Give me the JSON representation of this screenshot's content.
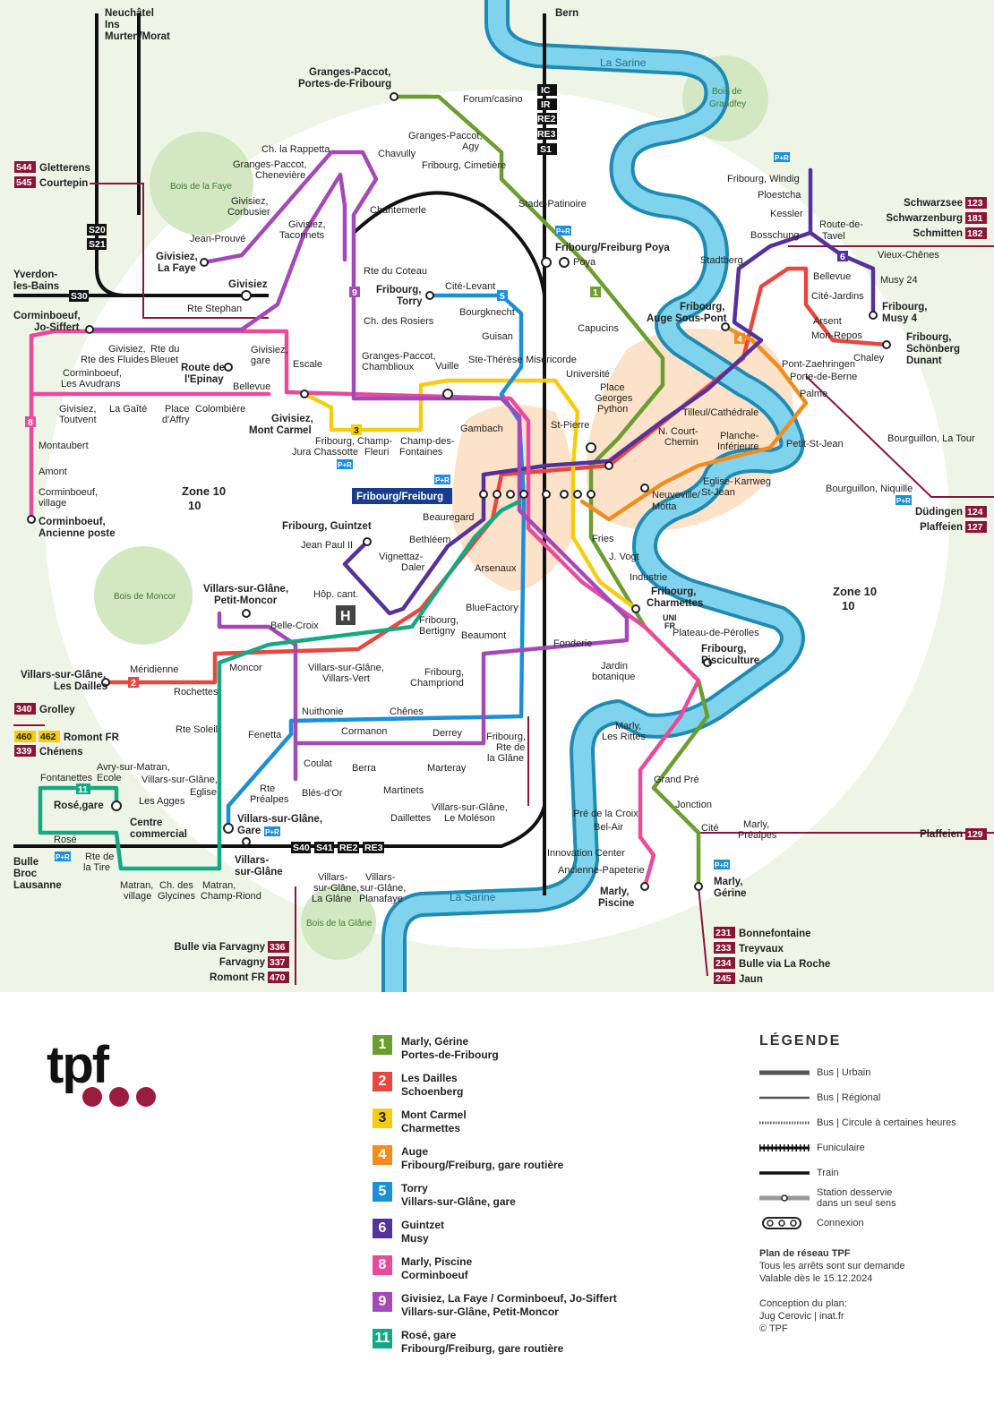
{
  "map": {
    "zones": [
      "Zone 10",
      "Zone 10"
    ],
    "river": "La Sarine",
    "woods": [
      "Bois de la Faye",
      "Bois de Grandfey",
      "Bois de Moncor",
      "Bois de la Glâne"
    ],
    "main_station": "Fribourg/Freiburg",
    "pr": "P+R",
    "destinations": {
      "neuchatel": [
        "Neuchâtel",
        "Ins",
        "Murten/Morat"
      ],
      "bern": "Bern",
      "yverdon": [
        "Yverdon-",
        "les-Bains"
      ],
      "bulle": [
        "Bulle",
        "Broc",
        "Lausanne"
      ]
    },
    "trains": [
      "S20",
      "S21",
      "S30",
      "S40",
      "S41",
      "RE2",
      "RE3",
      "S1",
      "IC",
      "IR",
      "RE2",
      "RE3"
    ],
    "regional_tags": [
      {
        "num": "544",
        "name": "Gletterens"
      },
      {
        "num": "545",
        "name": "Courtepin"
      },
      {
        "num": "123",
        "name": "Schwarzsee"
      },
      {
        "num": "181",
        "name": "Schwarzenburg"
      },
      {
        "num": "182",
        "name": "Schmitten"
      },
      {
        "num": "124",
        "name": "Düdingen"
      },
      {
        "num": "127",
        "name": "Plaffeien"
      },
      {
        "num": "129",
        "name": "Plaffeien"
      },
      {
        "num": "340",
        "name": "Grolley"
      },
      {
        "num": "339",
        "name": "Chénens"
      },
      {
        "num": "336",
        "name": "Bulle via Farvagny"
      },
      {
        "num": "337",
        "name": "Farvagny"
      },
      {
        "num": "470",
        "name": "Romont FR"
      },
      {
        "num": "231",
        "name": "Bonnefontaine"
      },
      {
        "num": "233",
        "name": "Treyvaux"
      },
      {
        "num": "234",
        "name": "Bulle via La Roche"
      },
      {
        "num": "245",
        "name": "Jaun"
      }
    ],
    "romont_tag": {
      "num1": "460",
      "num2": "462",
      "name": "Romont FR"
    },
    "terminals": [
      "Granges-Paccot,",
      "Portes-de-Fribourg",
      "Givisiez,",
      "La Faye",
      "Givisiez",
      "Corminboeuf,",
      "Jo-Siffert",
      "Route de",
      "l'Epinay",
      "Givisiez,",
      "Mont Carmel",
      "Fribourg,",
      "Torry",
      "Fribourg/Freiburg Poya",
      "Fribourg,",
      "Auge Sous-Pont",
      "Fribourg,",
      "Musy 4",
      "Fribourg,",
      "Schönberg",
      "Dunant",
      "Fribourg, Guintzet",
      "Villars-sur-Glâne,",
      "Petit-Moncor",
      "Villars-sur-Glâne,",
      "Les Dailles",
      "Corminboeuf,",
      "Ancienne poste",
      "Fribourg,",
      "Charmettes",
      "Fribourg,",
      "Pisciculture",
      "Rosé,gare",
      "Centre",
      "commercial",
      "Villars-sur-Glâne,",
      "Gare",
      "Villars-",
      "sur-Glâne",
      "Marly,",
      "Piscine",
      "Marly,",
      "Gérine"
    ],
    "stops": [
      "Ch. la Rappetta",
      "Chavully",
      "Granges-Paccot,",
      "Chenevière",
      "Givisiez,",
      "Corbusier",
      "Givisiez,",
      "Taconnets",
      "Jean-Prouvé",
      "Chantemerle",
      "Forum/casino",
      "Granges-Paccot,",
      "Agy",
      "Fribourg, Cimetière",
      "Stade-Patinoire",
      "Poya",
      "Rte du Coteau",
      "Cité-Levant",
      "Bourgknecht",
      "Ch. des Rosiers",
      "Granges-Paccot,",
      "Chamblioux",
      "Guisan",
      "Ste-Thérèse",
      "Miséricorde",
      "Université",
      "Place",
      "Georges",
      "Python",
      "Capucins",
      "Stadtberg",
      "Bosschung",
      "Fribourg, Windig",
      "Ploestcha",
      "Kessler",
      "Route-de-",
      "Tavel",
      "Vieux-Chênes",
      "Musy 24",
      "Bellevue",
      "Cité-Jardins",
      "Arsent",
      "Mon-Repos",
      "Chaley",
      "Pont-Zaehringen",
      "Porte-de-Berne",
      "Palme",
      "Tilleul/Cathédrale",
      "N. Court-",
      "Chemin",
      "Planche-",
      "Inférieure",
      "Petit-St-Jean",
      "Bourguillon, La Tour",
      "Bourguillon, Niquille",
      "Eglise-",
      "St-Jean",
      "Karrweg",
      "Neuveville/",
      "Motta",
      "St-Pierre",
      "Gambach",
      "Vuille",
      "Rte Stephan",
      "Givisiez,",
      "gare",
      "Escale",
      "Bellevue",
      "Givisiez,",
      "Rte des Fluides",
      "Rte du",
      "Bleuet",
      "Corminboeuf,",
      "Les Avudrans",
      "Givisiez,",
      "Toutvent",
      "La Gaîté",
      "Place",
      "d'Affry",
      "Colombière",
      "Fribourg,",
      "Jura Chassotte",
      "Champ-",
      "Fleuri",
      "Champ-des-",
      "Fontaines",
      "Montaubert",
      "Amont",
      "Corminboeuf,",
      "village",
      "Beauregard",
      "Jean Paul II",
      "Bethléem",
      "Vignettaz-",
      "Daler",
      "Arsenaux",
      "Hôp. cant.",
      "Fries",
      "J. Vogt",
      "Industrie",
      "BlueFactory",
      "Beaumont",
      "Fribourg,",
      "Bertigny",
      "Belle-Croix",
      "Moncor",
      "Villars-sur-Glâne,",
      "Villars-Vert",
      "Méridienne",
      "Rochettes",
      "Fonderie",
      "Jardin",
      "botanique",
      "Plateau-de-Pérolles",
      "Fribourg,",
      "Champriond",
      "Nuithonie",
      "Chênes",
      "Cormanon",
      "Derrey",
      "Fenetta",
      "Rte Soleil",
      "Coulat",
      "Berra",
      "Marteray",
      "Blés-d'Or",
      "Martinets",
      "Fribourg,",
      "Rte de",
      "la Glâne",
      "Marly,",
      "Les Rittes",
      "Grand Pré",
      "Jonction",
      "Cité",
      "Marly,",
      "Préalpes",
      "Rte",
      "Préalpes",
      "Daillettes",
      "Villars-sur-Glâne,",
      "Le Moléson",
      "Pré de la Croix",
      "Bel-Air",
      "Innovation Center",
      "Ancienne-Papeterie",
      "Avry-sur-Matran,",
      "Ecole",
      "Fontanettes",
      "Villars-sur-Glâne,",
      "Eglise",
      "Les Agges",
      "Rosé",
      "Rte de",
      "la Tire",
      "Matran,",
      "village",
      "Ch. des",
      "Glycines",
      "Matran,",
      "Champ-Riond",
      "Villars-",
      "sur-Glâne,",
      "La Glâne",
      "Villars-",
      "sur-Glâne,",
      "Planafaye",
      "UNI",
      "FR"
    ]
  },
  "legend": {
    "logo": "tpf",
    "lines": [
      {
        "num": "1",
        "color": "#6a9e2f",
        "text1": "Marly, Gérine",
        "text2": "Portes-de-Fribourg"
      },
      {
        "num": "2",
        "color": "#e8473f",
        "text1": "Les Dailles",
        "text2": "Schoenberg"
      },
      {
        "num": "3",
        "color": "#f5cc10",
        "text1": "Mont Carmel",
        "text2": "Charmettes"
      },
      {
        "num": "4",
        "color": "#f08d1e",
        "text1": "Auge",
        "text2": "Fribourg/Freiburg, gare routière"
      },
      {
        "num": "5",
        "color": "#1d8fd6",
        "text1": "Torry",
        "text2": "Villars-sur-Glâne, gare"
      },
      {
        "num": "6",
        "color": "#55329a",
        "text1": "Guintzet",
        "text2": "Musy"
      },
      {
        "num": "8",
        "color": "#e84b9b",
        "text1": "Marly, Piscine",
        "text2": "Corminboeuf"
      },
      {
        "num": "9",
        "color": "#a349b8",
        "text1": "Givisiez, La Faye / Corminboeuf, Jo-Siffert",
        "text2": "Villars-sur-Glâne, Petit-Moncor"
      },
      {
        "num": "11",
        "color": "#16a884",
        "text1": "Rosé, gare",
        "text2": "Fribourg/Freiburg, gare routière"
      }
    ],
    "title": "LÉGENDE",
    "items": [
      "Bus | Urbain",
      "Bus | Régional",
      "Bus | Circule à certaines heures",
      "Funiculaire",
      "Train",
      "Station desservie",
      "dans un seul sens",
      "Connexion"
    ],
    "info": {
      "title": "Plan de réseau TPF",
      "line1": "Tous les arrêts sont sur demande",
      "line2": "Valable dès le 15.12.2024",
      "credit_title": "Conception du plan:",
      "credit1": "Jug Cerovic | inat.fr",
      "credit2": "© TPF"
    }
  }
}
